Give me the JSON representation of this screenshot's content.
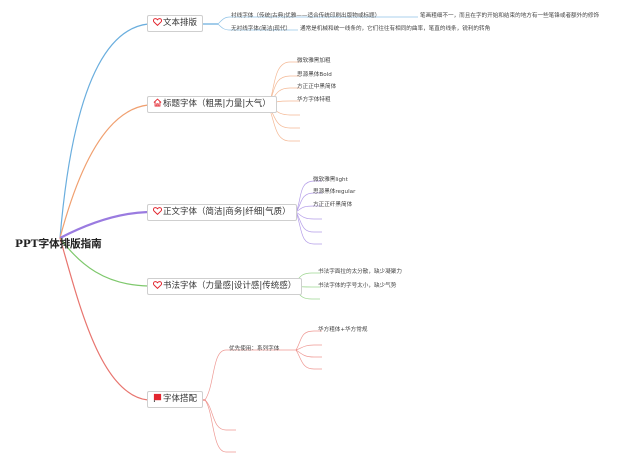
{
  "root": "PPT字体排版指南",
  "colors": {
    "b1": "#6aaede",
    "b2": "#f0a070",
    "b3": "#9a7be0",
    "b4": "#7ec86c",
    "b5": "#e8756f",
    "heart": "#e2262f",
    "home": "#e2262f",
    "flag": "#e2262f"
  },
  "branches": [
    {
      "label": "文本排版",
      "icon": "heart-icon",
      "children": [
        "衬线字体（传统|古典|优雅——适合传统印刷出版物或标题）",
        "笔画粗细不一，而且在字的开始和结束的地方有一些笔锋或者额外的修饰",
        "无衬线字体(简洁|现代）",
        "通常是机械和统一线条的，它们往往有相同的曲率，笔直的线条，锐利的转角"
      ]
    },
    {
      "label": "标题字体（粗黑|力量|大气）",
      "icon": "home-icon",
      "children": [
        "微软雅黑加粗",
        "思源黑体Bold",
        "方正正中黑简体",
        "华方字体特粗"
      ]
    },
    {
      "label": "正文字体（简洁|商务|纤细|气质）",
      "icon": "heart-icon",
      "children": [
        "微软雅黑light",
        "思源黑体regular",
        "方正正纤黑简体"
      ]
    },
    {
      "label": "书法字体（力量感|设计感|传统感）",
      "icon": "heart-icon",
      "children": [
        "书法字面拉的太分散，缺少凝聚力",
        "书法字体的字号太小，缺少气势"
      ]
    },
    {
      "label": "字体搭配",
      "icon": "flag-icon",
      "children": [
        "优先使用：系列字体",
        "华方粗体+华方常规"
      ]
    }
  ]
}
